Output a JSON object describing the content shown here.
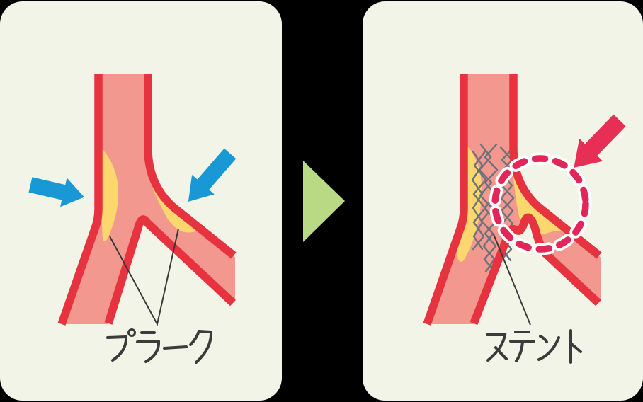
{
  "left_panel": {
    "label": "プラーク"
  },
  "right_panel": {
    "label": "ステント"
  },
  "icons": {
    "transition_arrow": "green-right-triangle",
    "narrowing_arrow_left": "blue-arrow-pointing-right",
    "narrowing_arrow_right": "blue-arrow-pointing-down-left",
    "stent_arrow": "pink-arrow-pointing-down-left",
    "stent_highlight": "pink-dashed-circle"
  },
  "colors": {
    "background": "#000000",
    "panel": "#f2f4e7",
    "vessel_wall": "#e6333f",
    "vessel_lumen": "#f2988e",
    "plaque": "#fbd76e",
    "stent_mesh": "#6d717a",
    "narrowing_arrow": "#1899d6",
    "transition_arrow": "#b9d985",
    "stent_arrow": "#e72f55",
    "highlight_circle": "#e22758",
    "label_text": "#3b3b3b"
  }
}
